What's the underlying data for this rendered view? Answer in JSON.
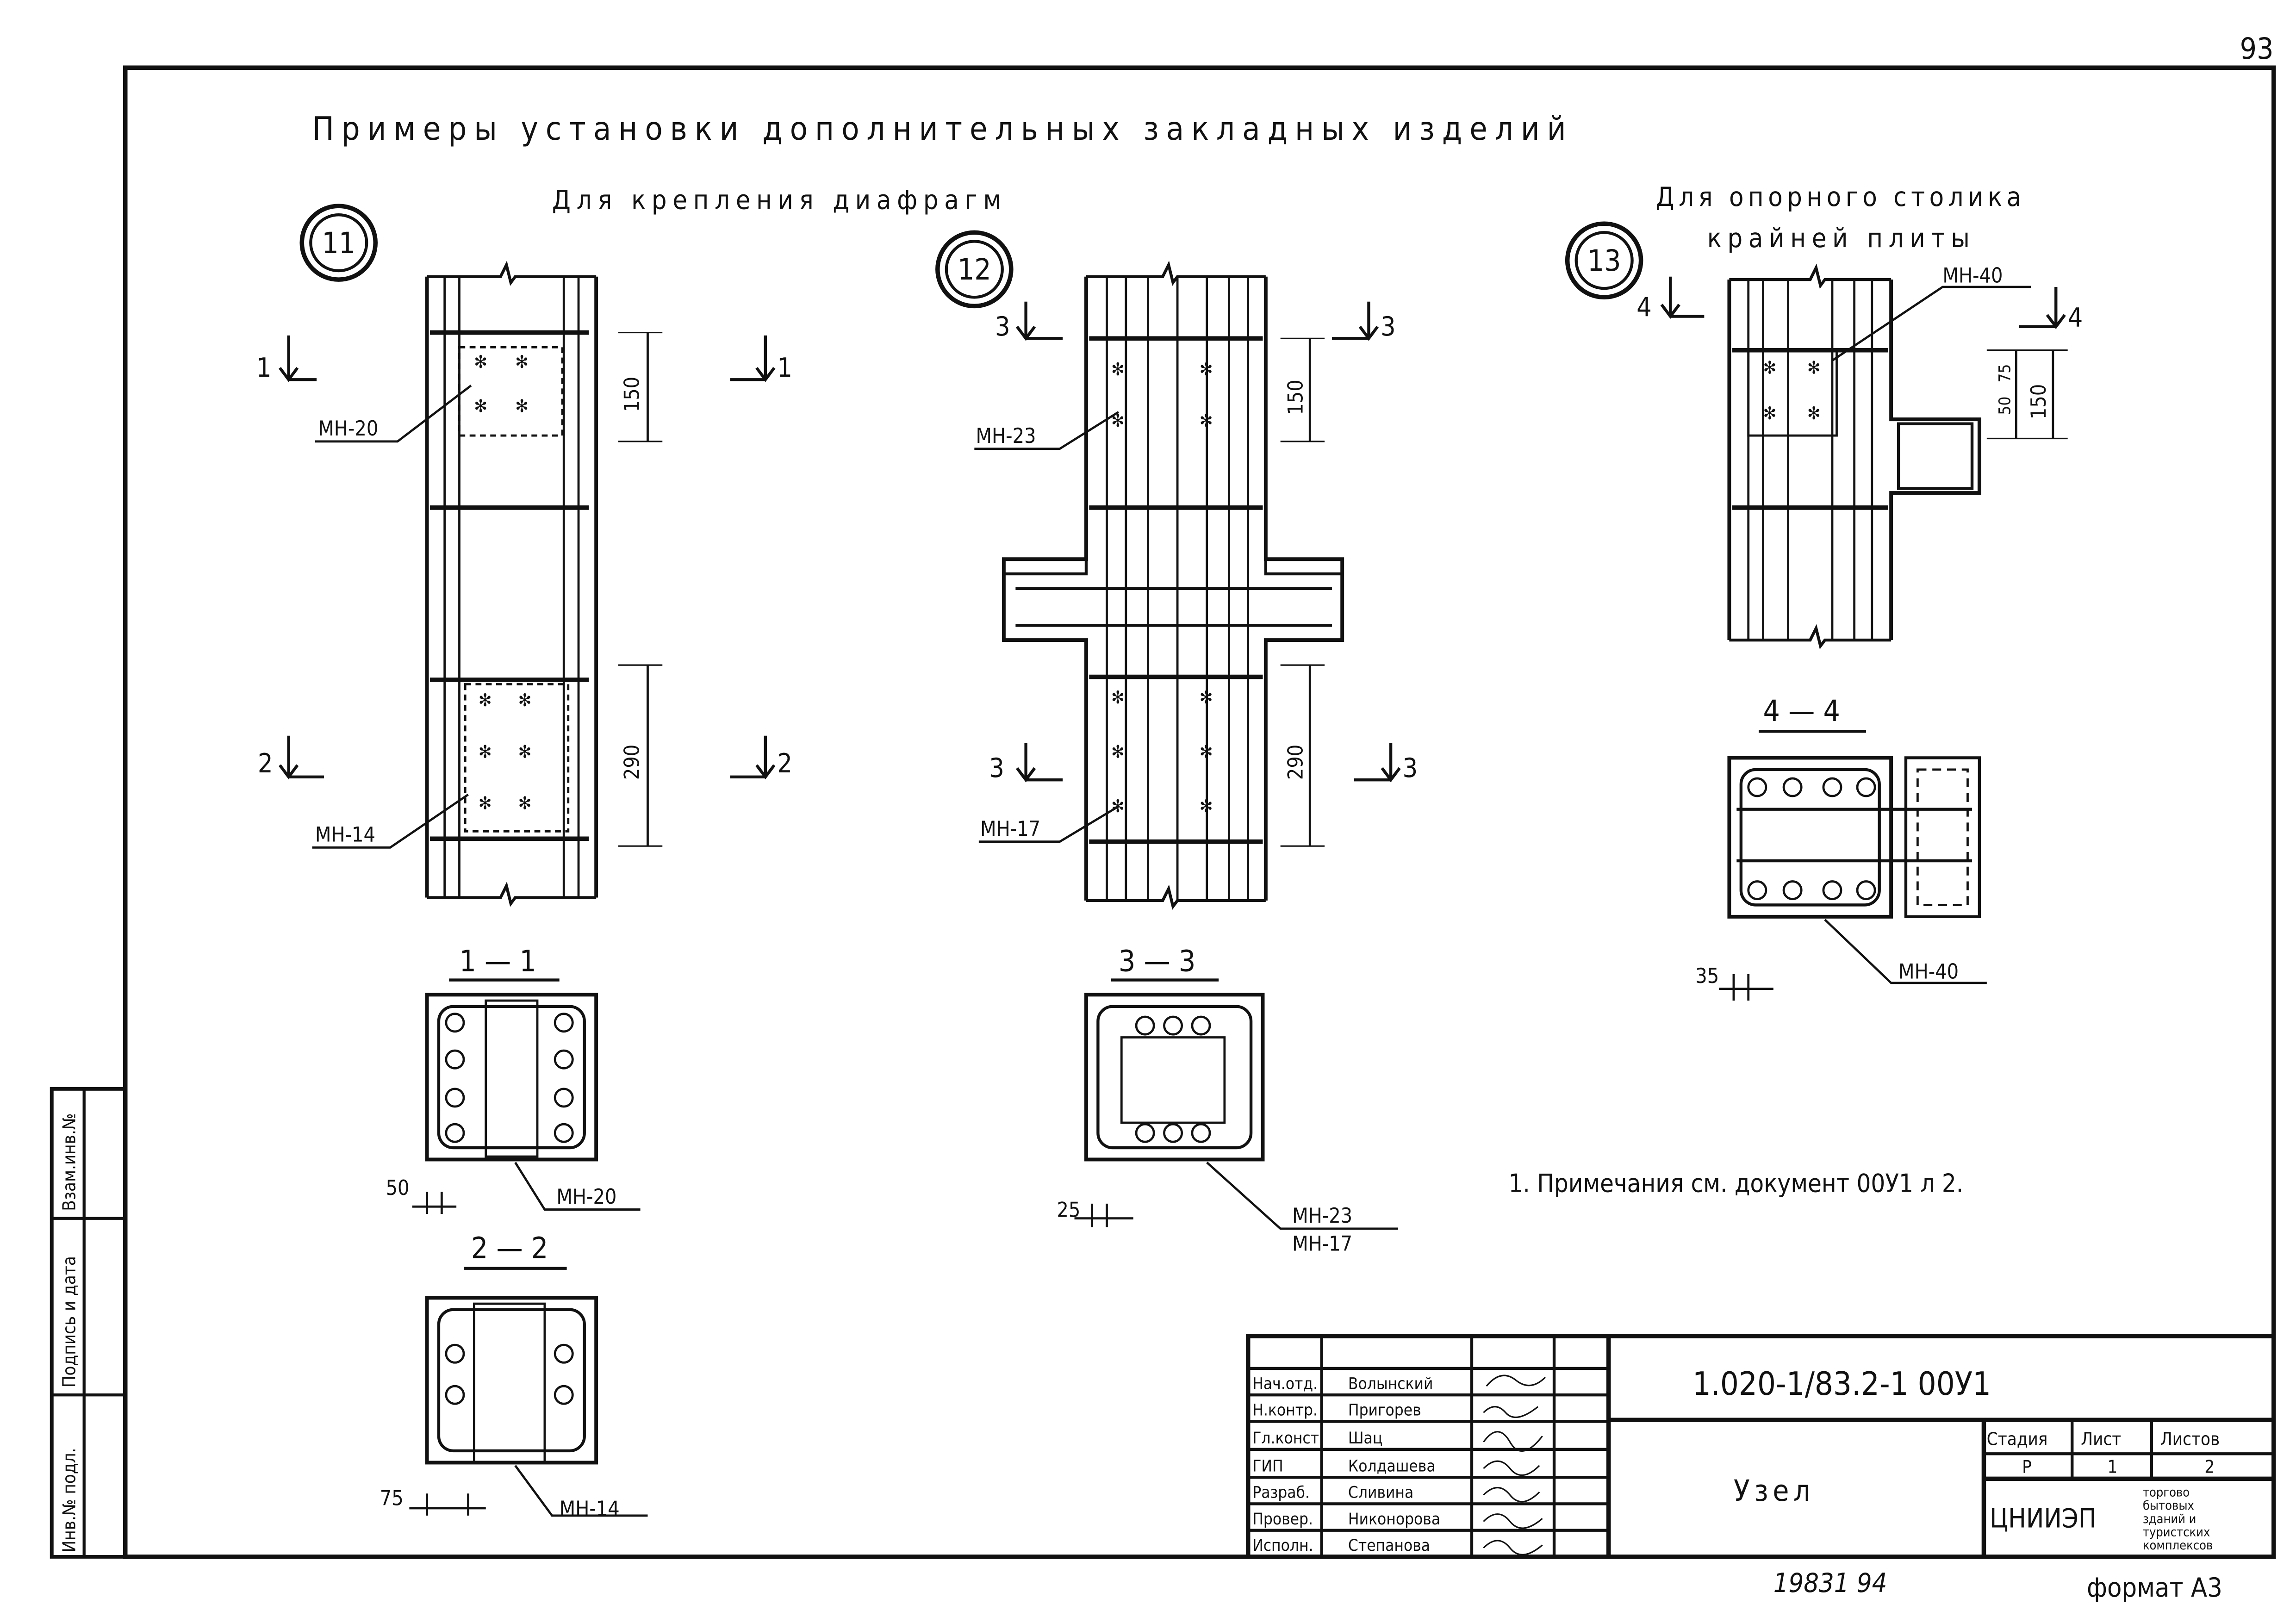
{
  "sheet_number": "93",
  "title": "Примеры установки дополнительных закладных изделий",
  "subtitle_left": "Для крепления диафрагм",
  "subtitle_right_1": "Для опорного столика",
  "subtitle_right_2": "крайней плиты",
  "nodes": [
    {
      "number": "11",
      "labels": [
        "МН-20",
        "МН-14"
      ],
      "dims": [
        "150",
        "290"
      ],
      "cuts": [
        "1",
        "1",
        "2",
        "2"
      ]
    },
    {
      "number": "12",
      "labels": [
        "МН-23",
        "МН-17"
      ],
      "dims": [
        "150",
        "290"
      ],
      "cuts": [
        "3",
        "3",
        "3",
        "3"
      ]
    },
    {
      "number": "13",
      "labels": [
        "МН-40"
      ],
      "dims": [
        "50",
        "75",
        "150"
      ],
      "cuts": [
        "4",
        "4"
      ]
    }
  ],
  "sections": [
    {
      "title": "1 — 1",
      "dim": "50",
      "label": "МН-20"
    },
    {
      "title": "2 — 2",
      "dim": "75",
      "label": "МН-14"
    },
    {
      "title": "3 — 3",
      "dim": "25",
      "label": "МН-23",
      "label2": "МН-17"
    },
    {
      "title": "4 — 4",
      "dim": "35",
      "label": "МН-40"
    }
  ],
  "note": "1. Примечания см. документ 00У1 л 2.",
  "side_stamp": [
    "Инв.№ подл.",
    "Подпись и дата",
    "Взам.инв.№"
  ],
  "title_block": {
    "designation": "1.020-1/83.2-1 00У1",
    "name": "Узел",
    "roles": [
      {
        "role": "Нач.отд.",
        "name": "Волынский"
      },
      {
        "role": "Н.контр.",
        "name": "Пригорев"
      },
      {
        "role": "Гл.конст.",
        "name": "Шац"
      },
      {
        "role": "ГИП",
        "name": "Колдашева"
      },
      {
        "role": "Разраб.",
        "name": "Сливина"
      },
      {
        "role": "Провер.",
        "name": "Никонорова"
      },
      {
        "role": "Исполн.",
        "name": "Степанова"
      }
    ],
    "stage_header": "Стадия",
    "sheet_header": "Лист",
    "sheets_header": "Листов",
    "stage": "Р",
    "sheet": "1",
    "sheets": "2",
    "org": "ЦНИИЭП",
    "org_desc": [
      "торгово",
      "бытовых",
      "зданий и",
      "туристских",
      "комплексов"
    ]
  },
  "footer_number": "19831 94",
  "format": "формат А3"
}
